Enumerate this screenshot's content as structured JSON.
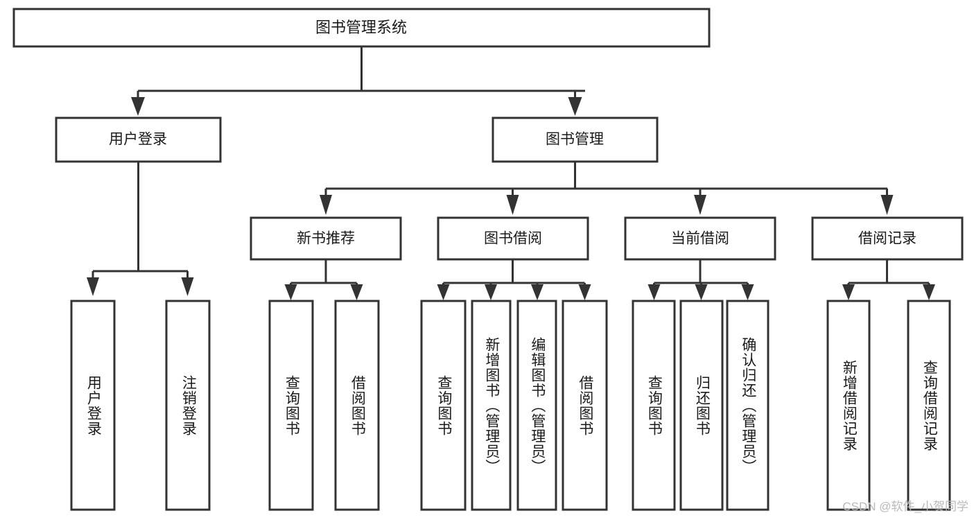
{
  "diagram": {
    "type": "tree-hierarchy-chart",
    "title": "图书管理系统",
    "stroke_color": "#333333",
    "box_fill": "#ffffff",
    "text_color": "#1a1a1a",
    "levels": [
      {
        "level": 1,
        "nodes": [
          {
            "id": "root",
            "label": "图书管理系统",
            "orientation": "horizontal"
          }
        ]
      },
      {
        "level": 2,
        "nodes": [
          {
            "id": "user-login",
            "label": "用户登录",
            "orientation": "horizontal",
            "parent": "root"
          },
          {
            "id": "book-manage",
            "label": "图书管理",
            "orientation": "horizontal",
            "parent": "root"
          }
        ]
      },
      {
        "level": 3,
        "nodes": [
          {
            "id": "new-book-rec",
            "label": "新书推荐",
            "orientation": "horizontal",
            "parent": "book-manage"
          },
          {
            "id": "book-borrow",
            "label": "图书借阅",
            "orientation": "horizontal",
            "parent": "book-manage"
          },
          {
            "id": "current-borrow",
            "label": "当前借阅",
            "orientation": "horizontal",
            "parent": "book-manage"
          },
          {
            "id": "borrow-record",
            "label": "借阅记录",
            "orientation": "horizontal",
            "parent": "book-manage"
          }
        ]
      },
      {
        "level": 4,
        "nodes": [
          {
            "id": "leaf-user-login",
            "label": "用户登录",
            "orientation": "vertical",
            "parent": "user-login"
          },
          {
            "id": "leaf-user-logout",
            "label": "注销登录",
            "orientation": "vertical",
            "parent": "user-login"
          },
          {
            "id": "leaf-query-book-1",
            "label": "查询图书",
            "orientation": "vertical",
            "parent": "new-book-rec"
          },
          {
            "id": "leaf-borrow-book-1",
            "label": "借阅图书",
            "orientation": "vertical",
            "parent": "new-book-rec"
          },
          {
            "id": "leaf-query-book-2",
            "label": "查询图书",
            "orientation": "vertical",
            "parent": "book-borrow"
          },
          {
            "id": "leaf-add-book",
            "label": "新增图书（管理员）",
            "orientation": "vertical",
            "parent": "book-borrow"
          },
          {
            "id": "leaf-edit-book",
            "label": "编辑图书（管理员）",
            "orientation": "vertical",
            "parent": "book-borrow"
          },
          {
            "id": "leaf-borrow-book-2",
            "label": "借阅图书",
            "orientation": "vertical",
            "parent": "book-borrow"
          },
          {
            "id": "leaf-query-book-3",
            "label": "查询图书",
            "orientation": "vertical",
            "parent": "current-borrow"
          },
          {
            "id": "leaf-return-book",
            "label": "归还图书",
            "orientation": "vertical",
            "parent": "current-borrow"
          },
          {
            "id": "leaf-confirm-return",
            "label": "确认归还（管理员）",
            "orientation": "vertical",
            "parent": "current-borrow"
          },
          {
            "id": "leaf-add-record",
            "label": "新增借阅记录",
            "orientation": "vertical",
            "parent": "borrow-record"
          },
          {
            "id": "leaf-query-record",
            "label": "查询借阅记录",
            "orientation": "vertical",
            "parent": "borrow-record"
          }
        ]
      }
    ]
  },
  "watermark": {
    "text": "CSDN @软件_小贺同学"
  }
}
